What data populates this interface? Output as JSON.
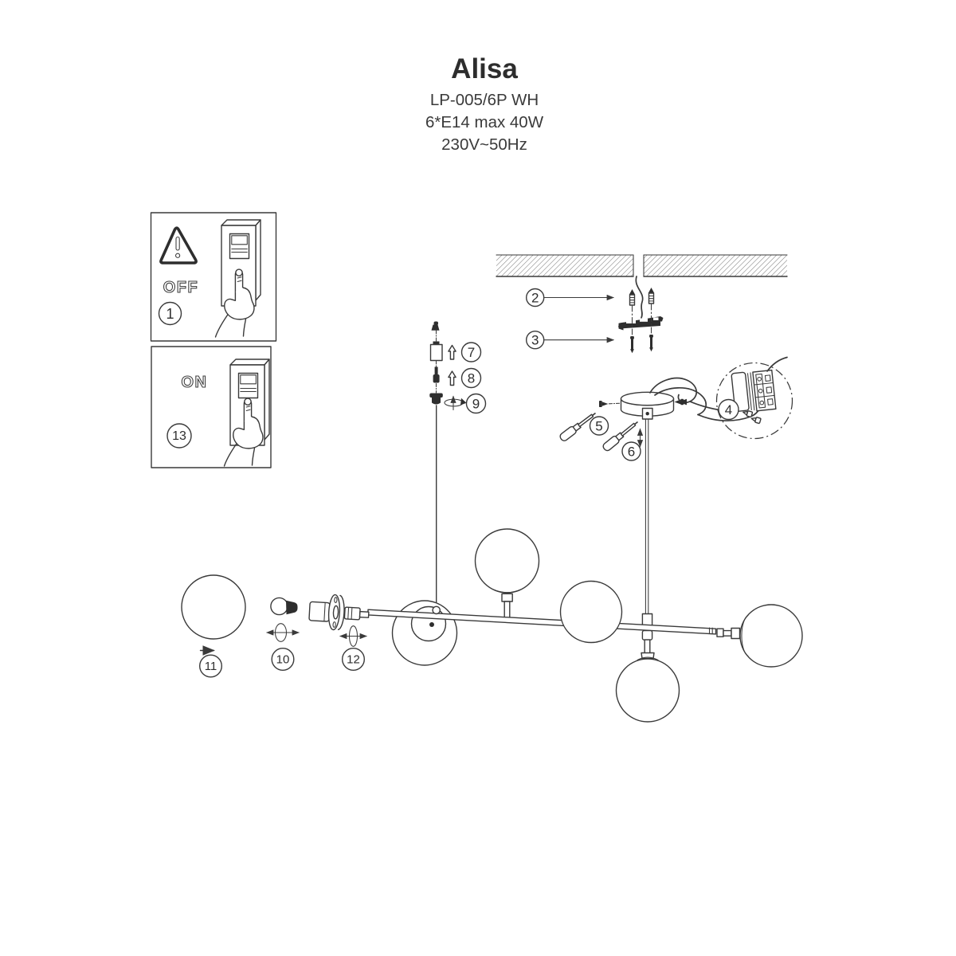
{
  "product": {
    "title": "Alisa",
    "model": "LP-005/6P WH",
    "bulb_spec": "6*E14 max 40W",
    "voltage": "230V~50Hz"
  },
  "switches": {
    "off_label": "OFF",
    "on_label": "ON"
  },
  "callouts": {
    "n1": "1",
    "n2": "2",
    "n3": "3",
    "n4": "4",
    "n5": "5",
    "n6": "6",
    "n7": "7",
    "n8": "8",
    "n9": "9",
    "n10": "10",
    "n11": "11",
    "n12": "12",
    "n13": "13"
  },
  "colors": {
    "ink": "#3a3a3a",
    "paper": "#ffffff"
  }
}
